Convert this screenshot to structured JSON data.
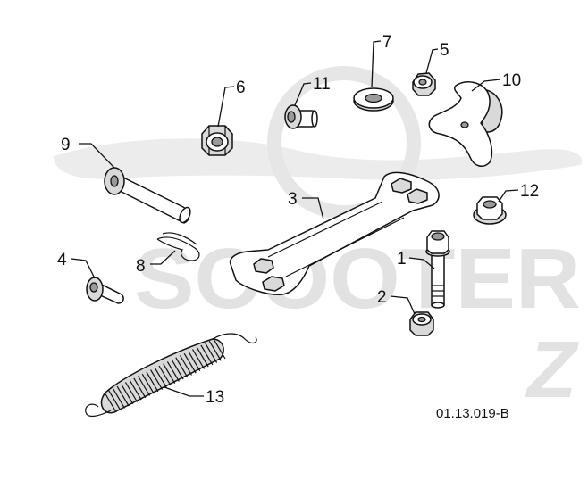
{
  "diagram": {
    "drawing_code": "01.13.019-B",
    "watermark": {
      "brand": "SCOOTER",
      "sub": "Z"
    },
    "parts": [
      {
        "id": "part-1",
        "label": "1"
      },
      {
        "id": "part-2",
        "label": "2"
      },
      {
        "id": "part-3",
        "label": "3"
      },
      {
        "id": "part-4",
        "label": "4"
      },
      {
        "id": "part-5",
        "label": "5"
      },
      {
        "id": "part-6",
        "label": "6"
      },
      {
        "id": "part-7",
        "label": "7"
      },
      {
        "id": "part-8",
        "label": "8"
      },
      {
        "id": "part-9",
        "label": "9"
      },
      {
        "id": "part-10",
        "label": "10"
      },
      {
        "id": "part-11",
        "label": "11"
      },
      {
        "id": "part-12",
        "label": "12"
      },
      {
        "id": "part-13",
        "label": "13"
      }
    ]
  }
}
